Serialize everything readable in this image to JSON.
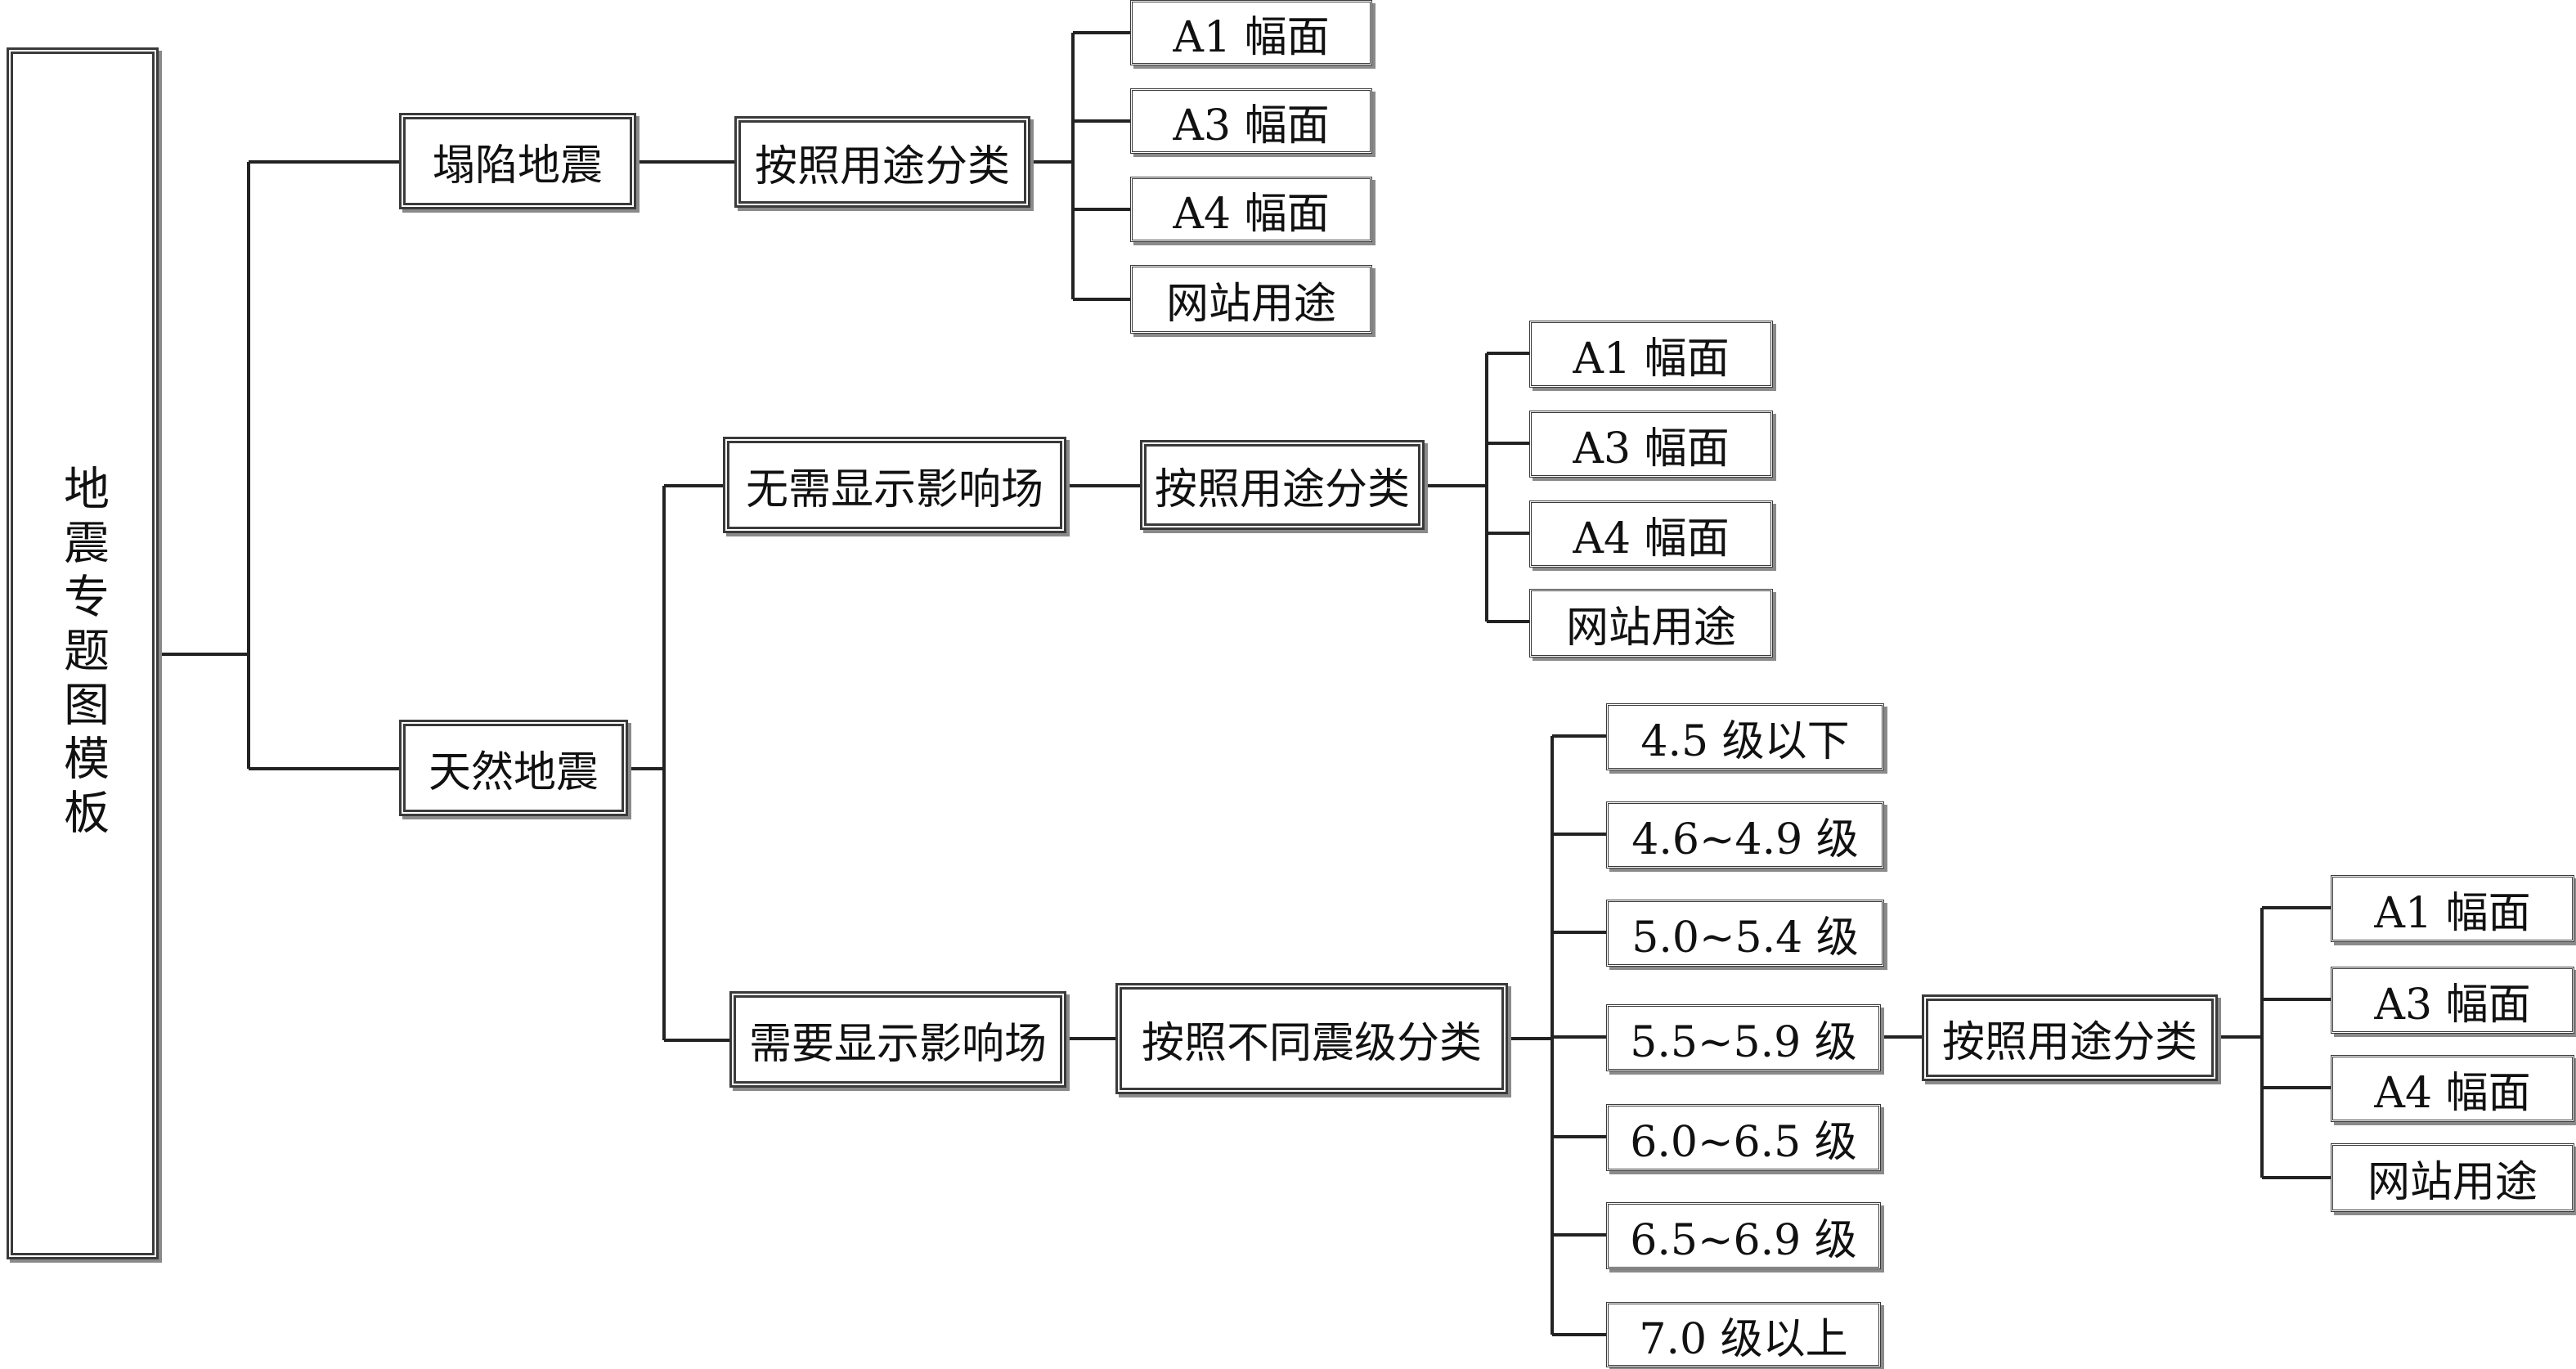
{
  "diagram": {
    "root": "地震专题图模板",
    "branch_collapse": {
      "label": "塌陷地震",
      "classifier": "按照用途分类",
      "leaves": [
        "A1 幅面",
        "A3 幅面",
        "A4 幅面",
        "网站用途"
      ]
    },
    "branch_natural": {
      "label": "天然地震",
      "no_field": {
        "label": "无需显示影响场",
        "classifier": "按照用途分类",
        "leaves": [
          "A1 幅面",
          "A3 幅面",
          "A4 幅面",
          "网站用途"
        ]
      },
      "with_field": {
        "label": "需要显示影响场",
        "classifier": "按照不同震级分类",
        "magnitudes": [
          "4.5 级以下",
          "4.6~4.9 级",
          "5.0~5.4 级",
          "5.5~5.9 级",
          "6.0~6.5 级",
          "6.5~6.9 级",
          "7.0 级以上"
        ],
        "sub_classifier": "按照用途分类",
        "sub_leaves": [
          "A1 幅面",
          "A3 幅面",
          "A4 幅面",
          "网站用途"
        ]
      }
    }
  }
}
